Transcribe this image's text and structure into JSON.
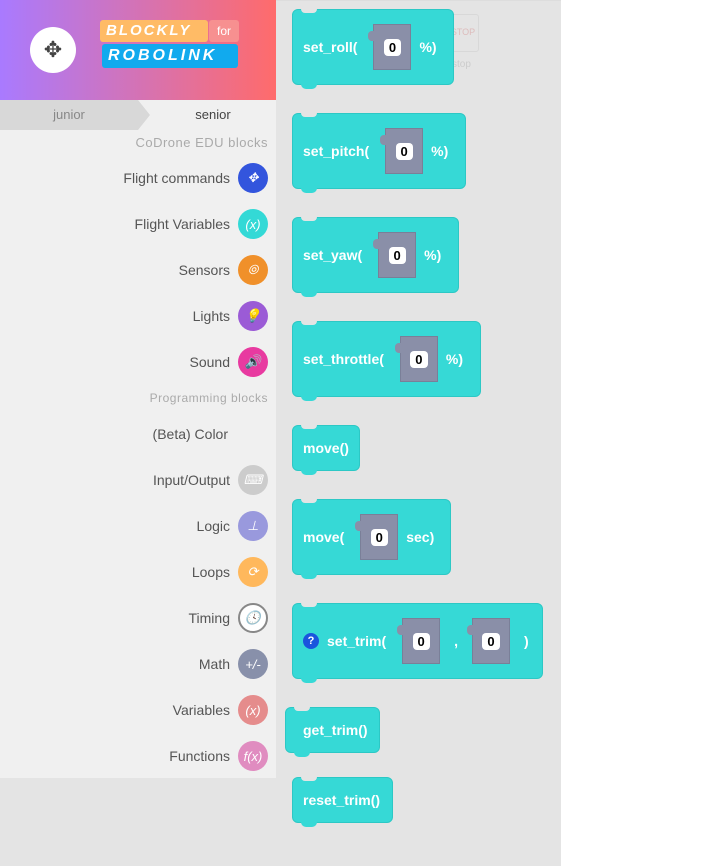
{
  "header": {
    "logo_top": "BLOCKLY",
    "logo_for": "for",
    "logo_bottom": "ROBOLINK"
  },
  "tabs": [
    {
      "label": "junior",
      "active": false
    },
    {
      "label": "senior",
      "active": true
    }
  ],
  "sections": {
    "codrone": "CoDrone EDU blocks",
    "programming": "Programming blocks"
  },
  "categories": [
    {
      "label": "Flight commands",
      "icon": "drone-icon",
      "glyph": "✥",
      "color": "#3355dd"
    },
    {
      "label": "Flight Variables",
      "icon": "variable-up-icon",
      "glyph": "(x)",
      "color": "#33d9d6"
    },
    {
      "label": "Sensors",
      "icon": "sensor-icon",
      "glyph": "⦾",
      "color": "#f0902a"
    },
    {
      "label": "Lights",
      "icon": "bulb-icon",
      "glyph": "💡",
      "color": "#9b5bd6"
    },
    {
      "label": "Sound",
      "icon": "speaker-icon",
      "glyph": "🔊",
      "color": "#e83aa0"
    },
    {
      "label": "(Beta) Color",
      "icon": "",
      "glyph": "",
      "color": ""
    },
    {
      "label": "Input/Output",
      "icon": "keyboard-icon",
      "glyph": "⌨",
      "color": "#cccccc"
    },
    {
      "label": "Logic",
      "icon": "logic-icon",
      "glyph": "⊥",
      "color": "#9999dd"
    },
    {
      "label": "Loops",
      "icon": "loop-icon",
      "glyph": "⟳",
      "color": "#ffb85c"
    },
    {
      "label": "Timing",
      "icon": "clock-icon",
      "glyph": "🕓",
      "color": "#ffffff"
    },
    {
      "label": "Math",
      "icon": "math-icon",
      "glyph": "+/-",
      "color": "#8890aa"
    },
    {
      "label": "Variables",
      "icon": "variables-icon",
      "glyph": "(x)",
      "color": "#e58c8c"
    },
    {
      "label": "Functions",
      "icon": "function-icon",
      "glyph": "f(x)",
      "color": "#e08cc0"
    }
  ],
  "stop": {
    "sign": "STOP",
    "label": "stop"
  },
  "blocks": {
    "set_roll": {
      "label": "set_roll(",
      "value": "0",
      "suffix": "%)"
    },
    "set_pitch": {
      "label": "set_pitch(",
      "value": "0",
      "suffix": "%)"
    },
    "set_yaw": {
      "label": "set_yaw(",
      "value": "0",
      "suffix": "%)"
    },
    "set_throttle": {
      "label": "set_throttle(",
      "value": "0",
      "suffix": "%)"
    },
    "move": {
      "label": "move()"
    },
    "move_sec": {
      "label": "move(",
      "value": "0",
      "suffix": "sec)"
    },
    "set_trim": {
      "help": "?",
      "label": "set_trim(",
      "value1": "0",
      "sep": ",",
      "value2": "0",
      "suffix": ")"
    },
    "get_trim": {
      "label": "get_trim()"
    },
    "reset_trim": {
      "label": "reset_trim()"
    }
  }
}
